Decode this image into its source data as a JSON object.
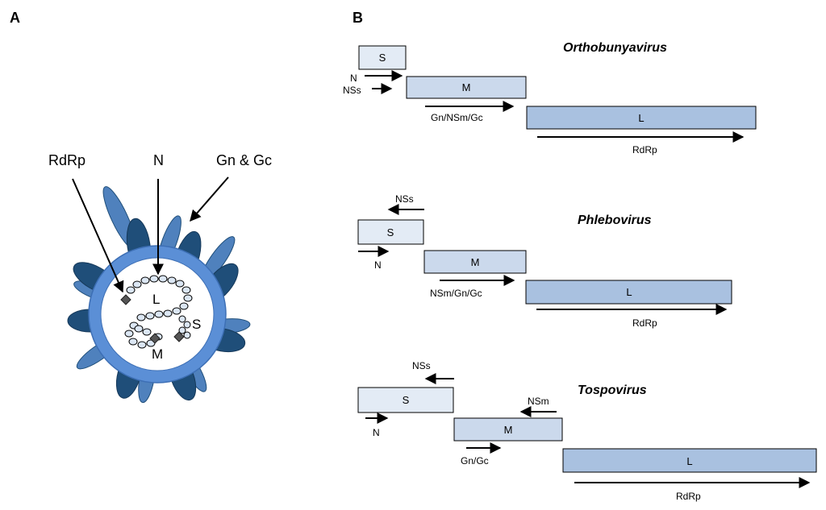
{
  "panel_a": {
    "letter": "A",
    "callouts": {
      "rdrp": "RdRp",
      "n": "N",
      "gn_gc": "Gn & Gc"
    },
    "segments": {
      "l": "L",
      "m": "M",
      "s": "S"
    }
  },
  "panel_b": {
    "letter": "B",
    "genera": [
      {
        "name": "Orthobunyavirus",
        "segments": [
          "S",
          "M",
          "L"
        ],
        "s_genes": [
          "N",
          "NSs"
        ],
        "m_gene": "Gn/NSm/Gc",
        "l_gene": "RdRp"
      },
      {
        "name": "Phlebovirus",
        "segments": [
          "S",
          "M",
          "L"
        ],
        "s_genes": [
          "NSs",
          "N"
        ],
        "m_gene": "NSm/Gn/Gc",
        "l_gene": "RdRp"
      },
      {
        "name": "Tospovirus",
        "segments": [
          "S",
          "M",
          "L"
        ],
        "s_genes": [
          "NSs",
          "N"
        ],
        "m_genes": [
          "NSm",
          "Gn/Gc"
        ],
        "l_gene": "RdRp"
      }
    ]
  },
  "colors": {
    "segment_s": "#e3ebf5",
    "segment_m": "#cbd9ec",
    "segment_l": "#a9c1e0",
    "glyco_dark": "#1f4e79",
    "glyco_light": "#4f81bd",
    "membrane": "#5b8fd6"
  }
}
